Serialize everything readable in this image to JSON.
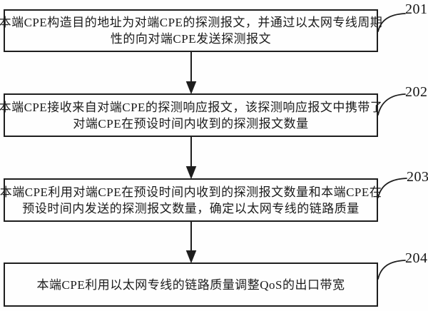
{
  "figure": {
    "type": "flowchart",
    "background_color": "#fefefe",
    "ink_color": "#1e1e1e"
  },
  "flowchart": {
    "steps": [
      {
        "id": "201",
        "lines": [
          "本端CPE构造目的地址为对端CPE的探测报文，并通过以太网专线周期",
          "性的向对端CPE发送探测报文"
        ]
      },
      {
        "id": "202",
        "lines": [
          "本端CPE接收来自对端CPE的探测响应报文，该探测响应报文中携带了",
          "对端CPE在预设时间内收到的探测报文数量"
        ]
      },
      {
        "id": "203",
        "lines": [
          "本端CPE利用对端CPE在预设时间内收到的探测报文数量和本端CPE在",
          "预设时间内发送的探测报文数量，确定以太网专线的链路质量"
        ]
      },
      {
        "id": "204",
        "lines": [
          "本端CPE利用以太网专线的链路质量调整QoS的出口带宽"
        ]
      }
    ]
  }
}
